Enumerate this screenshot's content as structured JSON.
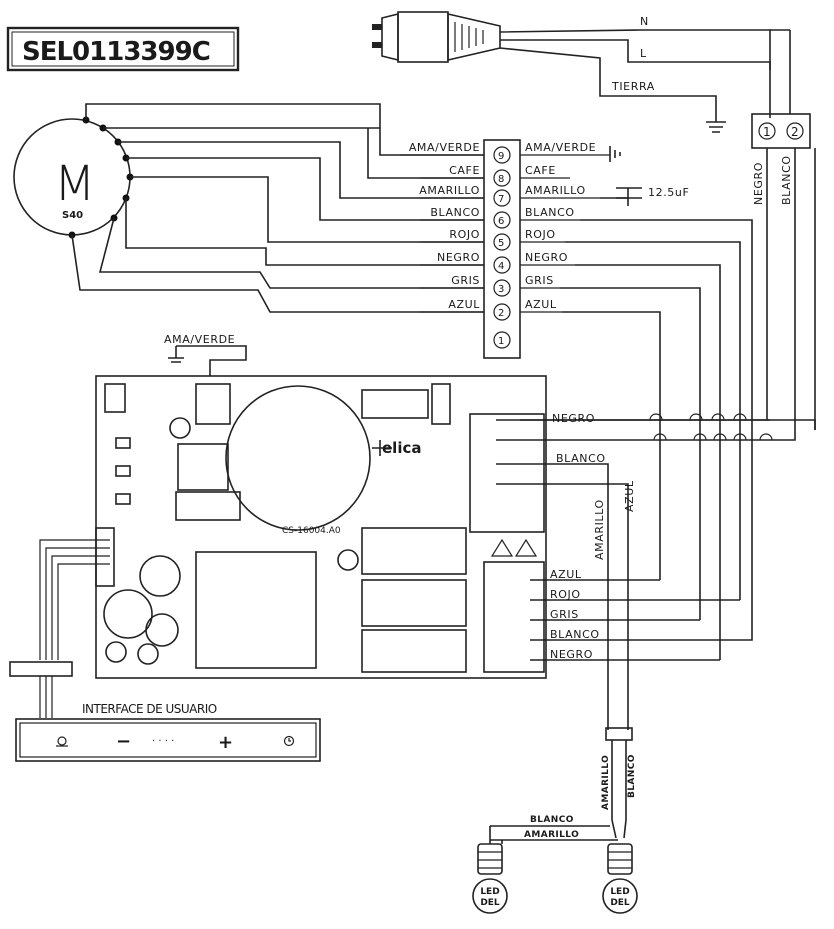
{
  "model_code": "SEL0113399C",
  "plug": {
    "n_label": "N",
    "l_label": "L",
    "ground_label": "TIERRA"
  },
  "mains_block": {
    "terminals": [
      "1",
      "2"
    ],
    "wire_left": "NEGRO",
    "wire_right": "BLANCO"
  },
  "motor": {
    "symbol": "M",
    "model": "S40"
  },
  "terminal_block": {
    "numbers": [
      "9",
      "8",
      "7",
      "6",
      "5",
      "4",
      "3",
      "2",
      "1"
    ],
    "left_labels": [
      "AMA/VERDE",
      "CAFE",
      "AMARILLO",
      "BLANCO",
      "ROJO",
      "NEGRO",
      "GRIS",
      "AZUL"
    ],
    "right_labels": [
      "AMA/VERDE",
      "CAFE",
      "AMARILLO",
      "BLANCO",
      "ROJO",
      "NEGRO",
      "GRIS",
      "AZUL"
    ]
  },
  "capacitor": {
    "value": "12.5uF"
  },
  "board": {
    "ground_label": "AMA/VERDE",
    "brand": "elica",
    "code": "CS-16004.A0",
    "input_labels": [
      "NEGRO",
      "BLANCO"
    ],
    "led_labels": [
      "AMARILLO",
      "AZUL"
    ],
    "output_labels": [
      "AZUL",
      "ROJO",
      "GRIS",
      "BLANCO",
      "NEGRO"
    ]
  },
  "user_interface": {
    "title": "INTERFACE DE USUARIO",
    "minus": "−",
    "plus": "+",
    "dots": "· · · ·"
  },
  "led_wiring": {
    "vertical_labels": [
      "AMARILLO",
      "BLANCO"
    ],
    "horizontal_labels": [
      "BLANCO",
      "AMARILLO"
    ]
  },
  "leds": [
    {
      "line1": "LED",
      "line2": "DEL"
    },
    {
      "line1": "LED",
      "line2": "DEL"
    }
  ]
}
